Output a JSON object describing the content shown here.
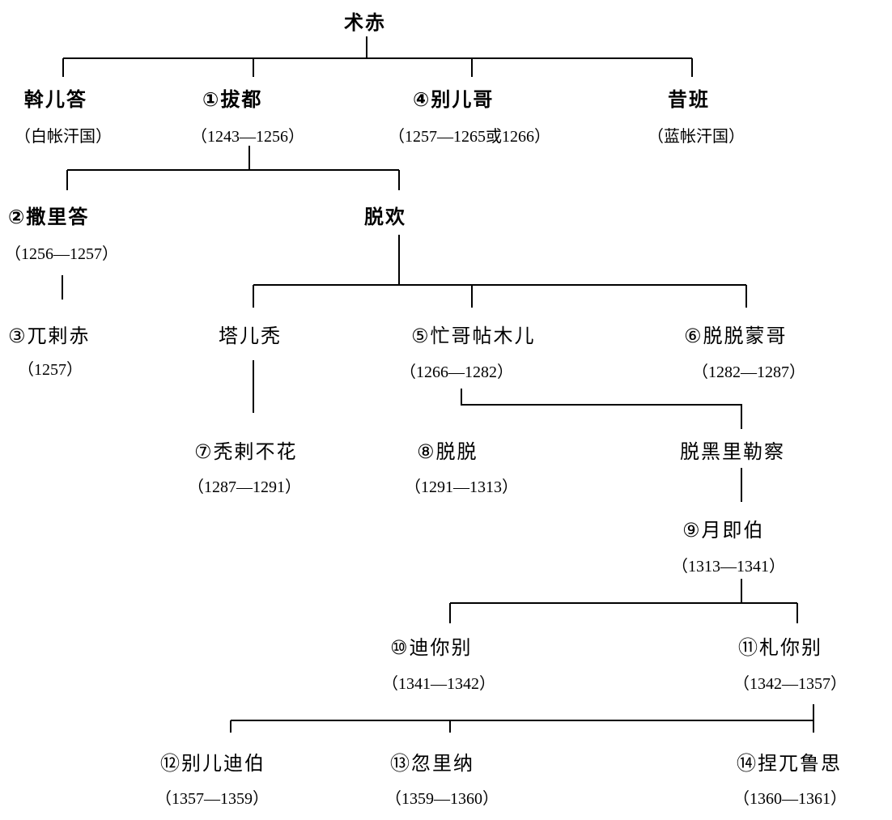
{
  "title": "术赤",
  "nodes": {
    "ordu": {
      "name": "斡儿答",
      "note": "（白帐汗国）"
    },
    "batu": {
      "name": "①拔都",
      "note": "（1243—1256）"
    },
    "berke": {
      "name": "④别儿哥",
      "note": "（1257—1265或1266）"
    },
    "shiban": {
      "name": "昔班",
      "note": "（蓝帐汗国）"
    },
    "sartaq": {
      "name": "②撒里答",
      "note": "（1256—1257）"
    },
    "toqoqan": {
      "name": "脱欢"
    },
    "ulaqchi": {
      "name": "③兀剌赤",
      "note": "（1257）"
    },
    "tartu": {
      "name": "塔儿秃"
    },
    "mengu_timur": {
      "name": "⑤忙哥帖木儿",
      "note": "（1266—1282）"
    },
    "tode_mongke": {
      "name": "⑥脱脱蒙哥",
      "note": "（1282—1287）"
    },
    "tula_buqa": {
      "name": "⑦秃剌不花",
      "note": "（1287—1291）"
    },
    "toqta": {
      "name": "⑧脱脱",
      "note": "（1291—1313）"
    },
    "toghrilcha": {
      "name": "脱黑里勒察"
    },
    "ozbeg": {
      "name": "⑨月即伯",
      "note": "（1313—1341）"
    },
    "tini_beg": {
      "name": "⑩迪你别",
      "note": "（1341—1342）"
    },
    "jani_beg": {
      "name": "⑪札你别",
      "note": "（1342—1357）"
    },
    "berdi_beg": {
      "name": "⑫别儿迪伯",
      "note": "（1357—1359）"
    },
    "qulpa": {
      "name": "⑬忽里纳",
      "note": "（1359—1360）"
    },
    "nawruz": {
      "name": "⑭捏兀鲁思",
      "note": "（1360—1361）"
    }
  }
}
